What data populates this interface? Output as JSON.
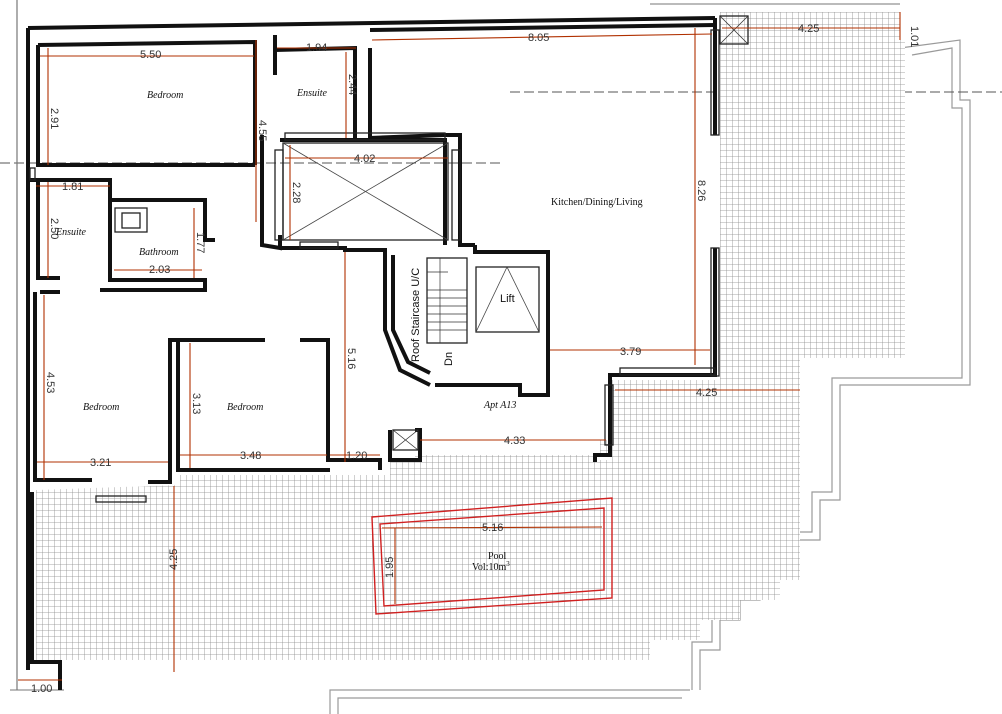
{
  "rooms": {
    "bedroom_nw": "Bedroom",
    "ensuite_n": "Ensuite",
    "ensuite_w": "Ensuite",
    "bathroom": "Bathroom",
    "kitchen": "Kitchen/Dining/Living",
    "bedroom_sw": "Bedroom",
    "bedroom_s": "Bedroom",
    "roof_stair": "Roof Staircase U/C",
    "lift": "Lift",
    "dn": "Dn",
    "apt": "Apt A13",
    "pool_name": "Pool",
    "pool_vol": "Vol:10m",
    "pool_sup": "3"
  },
  "dimensions": {
    "d_550": "5.50",
    "d_194": "1.94",
    "d_805": "8.05",
    "d_425_top": "4.25",
    "d_101": "1.01",
    "d_291": "2.91",
    "d_244": "2.44",
    "d_455": "4.55",
    "d_402": "4.02",
    "d_228": "2.28",
    "d_826": "8.26",
    "d_181": "1.81",
    "d_250": "2.50",
    "d_177": "1.77",
    "d_203": "2.03",
    "d_516_v": "5.16",
    "d_379": "3.79",
    "d_425_mid": "4.25",
    "d_453": "4.53",
    "d_313": "3.13",
    "d_321": "3.21",
    "d_348": "3.48",
    "d_120": "1.20",
    "d_433": "4.33",
    "d_516_pool": "5.16",
    "d_195": "1.95",
    "d_425_v": "4.25",
    "d_100": "1.00"
  },
  "colors": {
    "walls": "#111111",
    "dimension_lines": "#b03000",
    "pool_outline": "#d02020",
    "terrace_tile": "#8a8a8a",
    "neighbour_outline": "#9a9a9a"
  }
}
